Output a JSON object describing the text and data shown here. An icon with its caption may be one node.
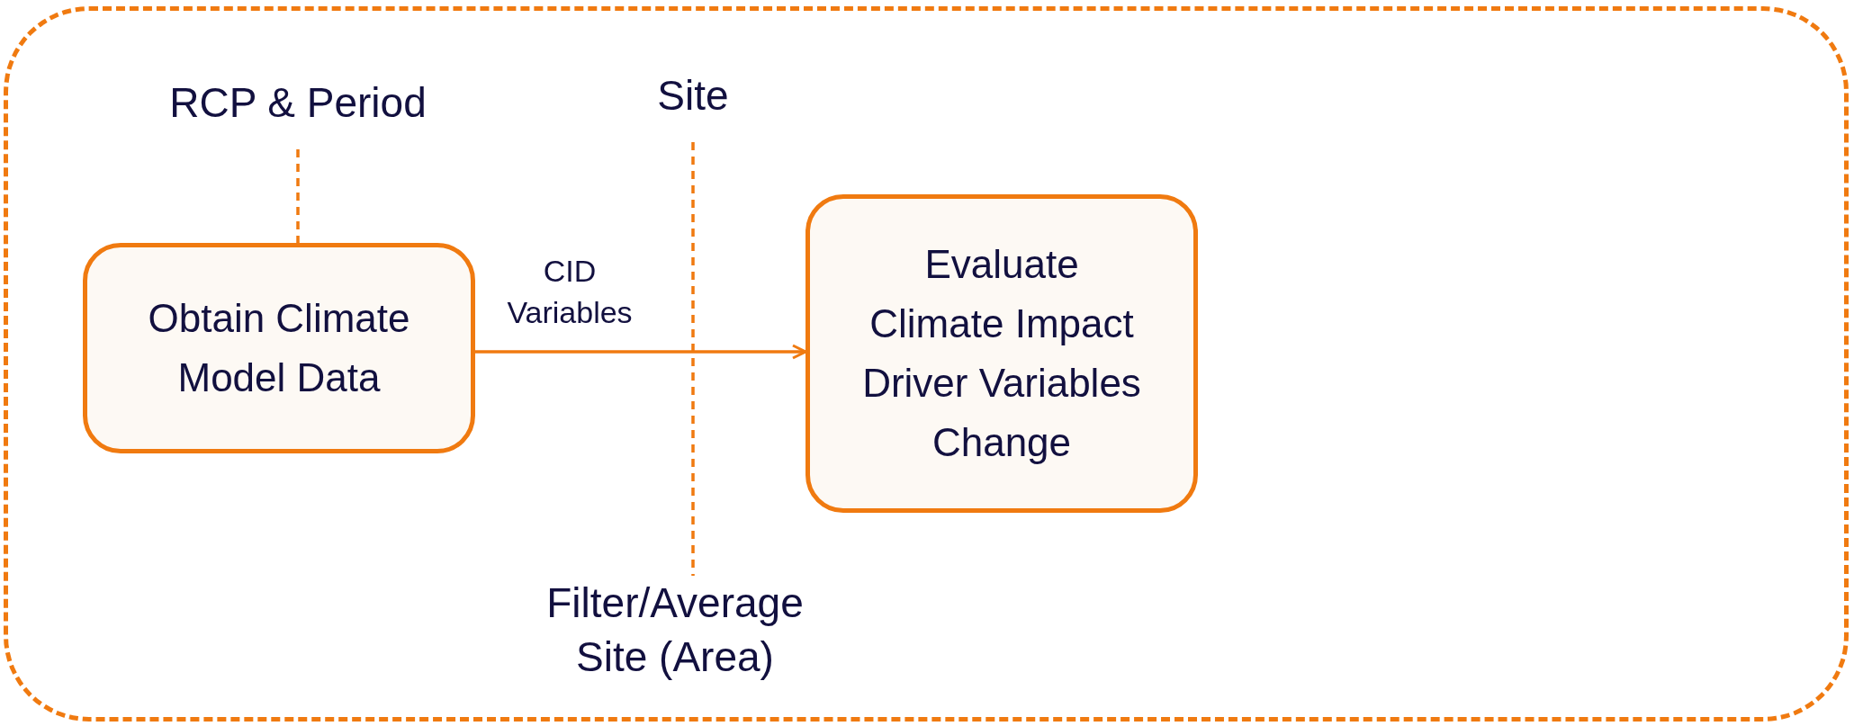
{
  "diagram": {
    "nodes": [
      {
        "text": [],
        "shape": "box"
      },
      {
        "text": [
          "RCP & Period"
        ],
        "in": 0
      },
      {
        "text": [
          "Site"
        ],
        "in": 0
      },
      {
        "text": [
          "Obtain Climate Model Data"
        ],
        "in": 0
      },
      {
        "text": [
          "Evaluate Climate Impact Driver Variables Change"
        ],
        "in": 0
      },
      {
        "text": [
          "Filter/Average Site (Area)"
        ],
        "in": 0
      }
    ],
    "edges": [
      {
        "from": 1,
        "to": 3,
        "arrow": "none",
        "style": "dashed"
      },
      {
        "from": 3,
        "to": 4,
        "arrow": "to",
        "label": "CID Variables"
      },
      {
        "from": 2,
        "to": 5,
        "arrow": "none",
        "style": "dashed"
      }
    ]
  }
}
